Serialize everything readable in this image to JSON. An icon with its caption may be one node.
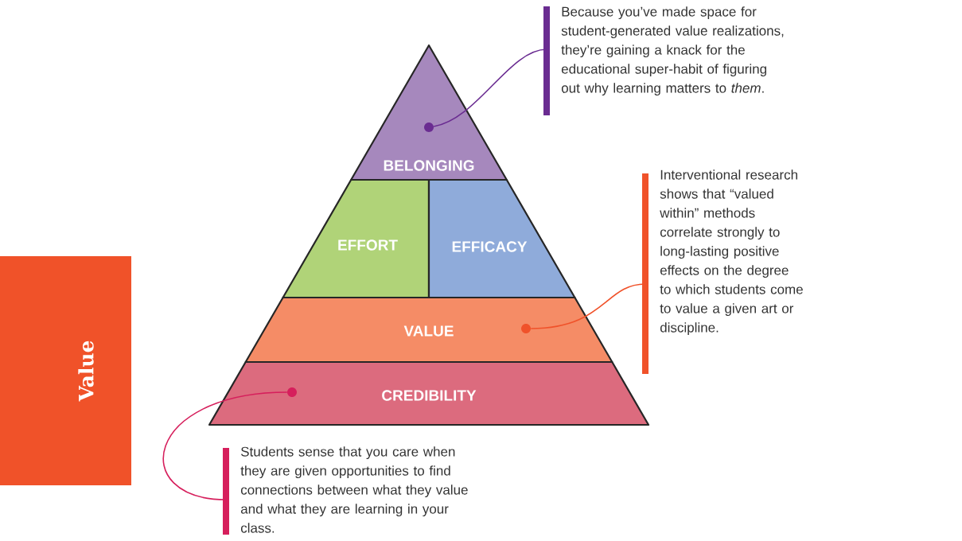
{
  "diagram": {
    "nodes": [
      {
        "text": [
          "Value"
        ]
      },
      {
        "text": [
          "BELONGING"
        ]
      },
      {
        "text": [
          "EFFORT"
        ]
      },
      {
        "text": [
          "EFFICACY"
        ]
      },
      {
        "text": [
          "VALUE"
        ]
      },
      {
        "text": [
          "CREDIBILITY"
        ]
      },
      {
        "text": [
          "Because you’ve made space for student-generated value realizations, they’re gaining a knack for the educational super-habit of figuring out why learning matters to *them*."
        ]
      },
      {
        "text": [
          "Interventional research shows that “valued within” methods correlate strongly to long-lasting positive effects on the degree to which students come to value a given art or discipline."
        ]
      },
      {
        "text": [
          "Students sense that you care when they are given opportunities to find connections between what they value and what they are learning in your class."
        ]
      },
      {
        "text": [],
        "shape": "circle",
        "in": 1
      },
      {
        "text": [],
        "shape": "circle",
        "in": 4
      },
      {
        "text": [],
        "shape": "circle",
        "in": 5
      }
    ],
    "edges": [
      {
        "from": 6,
        "to": 9,
        "arrow": "none",
        "color": "#6a2c91"
      },
      {
        "from": 7,
        "to": 10,
        "arrow": "none",
        "color": "#f0522a"
      },
      {
        "from": 8,
        "to": 11,
        "arrow": "none",
        "color": "#d61f5c"
      }
    ]
  }
}
